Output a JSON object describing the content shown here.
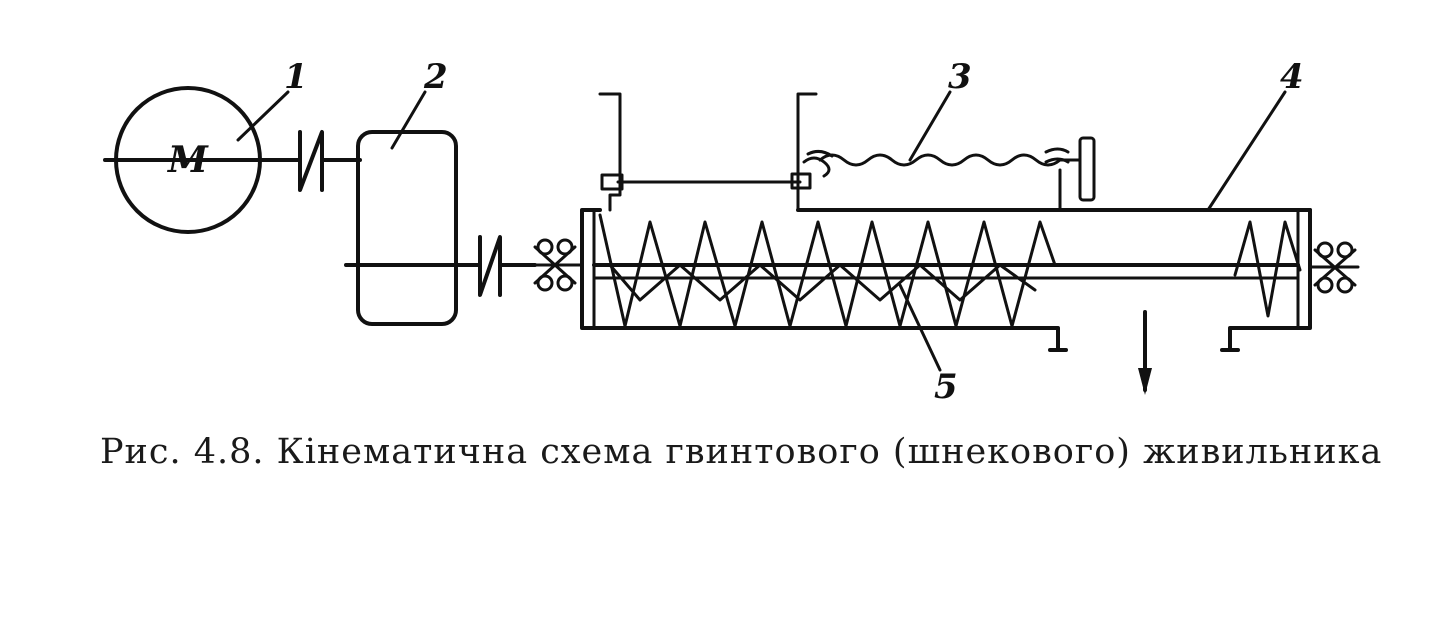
{
  "labels": {
    "motor_symbol": "M",
    "callout_1": "1",
    "callout_2": "2",
    "callout_3": "3",
    "callout_4": "4",
    "callout_5": "5"
  },
  "caption": "Рис. 4.8. Кінематична схема гвинтового (шнекового) живильника",
  "colors": {
    "ink": "#111111",
    "background": "#ffffff"
  }
}
